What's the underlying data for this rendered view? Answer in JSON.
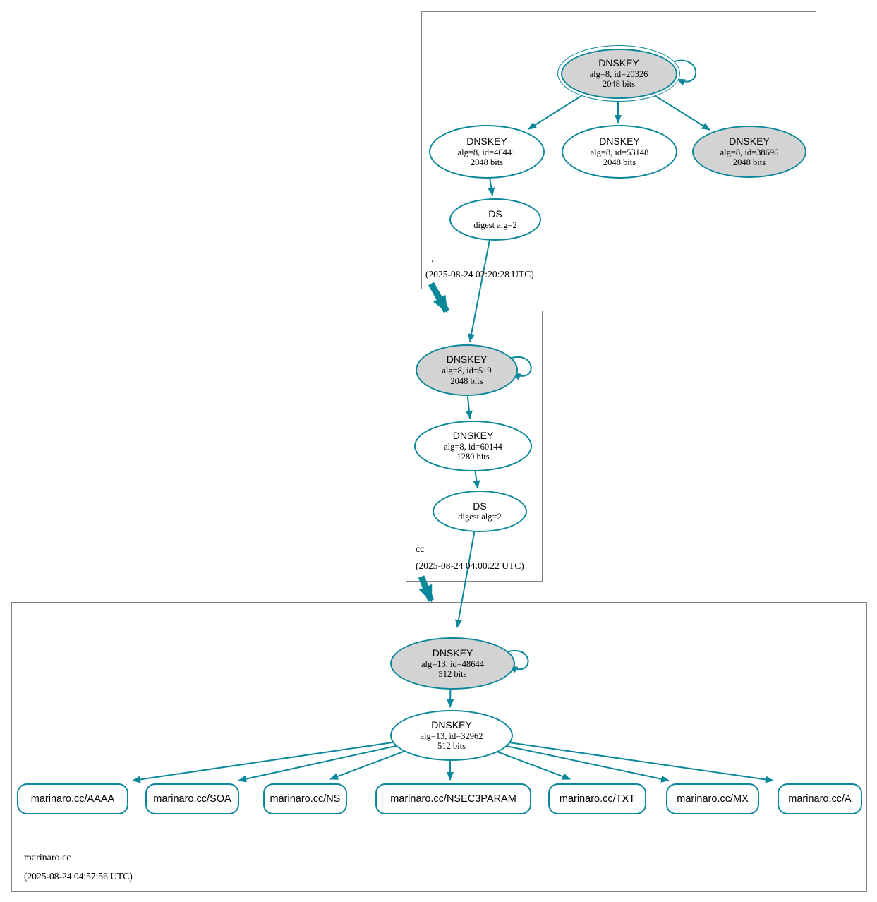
{
  "colors": {
    "edge_teal": "#0a879a",
    "ksk_fill": "#d3d3d3",
    "zone_border": "#808080"
  },
  "zones": [
    {
      "label": ".",
      "timestamp": "(2025-08-24 02:20:28 UTC)"
    },
    {
      "label": "cc",
      "timestamp": "(2025-08-24 04:00:22 UTC)"
    },
    {
      "label": "marinaro.cc",
      "timestamp": "(2025-08-24 04:57:56 UTC)"
    }
  ],
  "nodes": {
    "root_ksk": {
      "title": "DNSKEY",
      "line1": "alg=8, id=20326",
      "line2": "2048 bits"
    },
    "root_key1": {
      "title": "DNSKEY",
      "line1": "alg=8, id=46441",
      "line2": "2048 bits"
    },
    "root_key2": {
      "title": "DNSKEY",
      "line1": "alg=8, id=53148",
      "line2": "2048 bits"
    },
    "root_key3": {
      "title": "DNSKEY",
      "line1": "alg=8, id=38696",
      "line2": "2048 bits"
    },
    "root_ds": {
      "title": "DS",
      "line1": "digest alg=2"
    },
    "cc_ksk": {
      "title": "DNSKEY",
      "line1": "alg=8, id=519",
      "line2": "2048 bits"
    },
    "cc_zsk": {
      "title": "DNSKEY",
      "line1": "alg=8, id=60144",
      "line2": "1280 bits"
    },
    "cc_ds": {
      "title": "DS",
      "line1": "digest alg=2"
    },
    "m_ksk": {
      "title": "DNSKEY",
      "line1": "alg=13, id=48644",
      "line2": "512 bits"
    },
    "m_zsk": {
      "title": "DNSKEY",
      "line1": "alg=13, id=32962",
      "line2": "512 bits"
    }
  },
  "rrsets": [
    "marinaro.cc/AAAA",
    "marinaro.cc/SOA",
    "marinaro.cc/NS",
    "marinaro.cc/NSEC3PARAM",
    "marinaro.cc/TXT",
    "marinaro.cc/MX",
    "marinaro.cc/A"
  ]
}
